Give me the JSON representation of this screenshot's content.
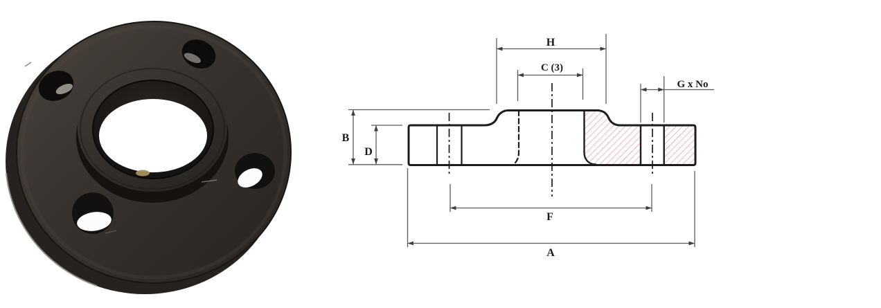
{
  "page": {
    "background": "#ffffff",
    "description": "Black slip-on pipe flange product photo beside dimensional cross-section drawing"
  },
  "photo": {
    "subject": "black slip-on pipe flange with four bolt holes and center bore",
    "colors": {
      "body_light": "#4a443e",
      "body": "#37322d",
      "body_dark": "#272321",
      "hub_light": "#403b36",
      "hole": "#0d0c0b",
      "rim_highlight": "#97948e",
      "spot": "#a8905e",
      "background": "#ffffff"
    }
  },
  "drawing": {
    "labels": [
      {
        "id": "H",
        "text": "H"
      },
      {
        "id": "C",
        "text": "C (3)"
      },
      {
        "id": "G",
        "text": "G x No"
      },
      {
        "id": "B",
        "text": "B"
      },
      {
        "id": "D",
        "text": "D"
      },
      {
        "id": "F",
        "text": "F"
      },
      {
        "id": "A",
        "text": "A"
      }
    ],
    "colors": {
      "outline": "#1c1c1c",
      "dimension": "#5a5a5a",
      "arrow": "#3f3f3f",
      "hatch": "#e8919b"
    }
  }
}
